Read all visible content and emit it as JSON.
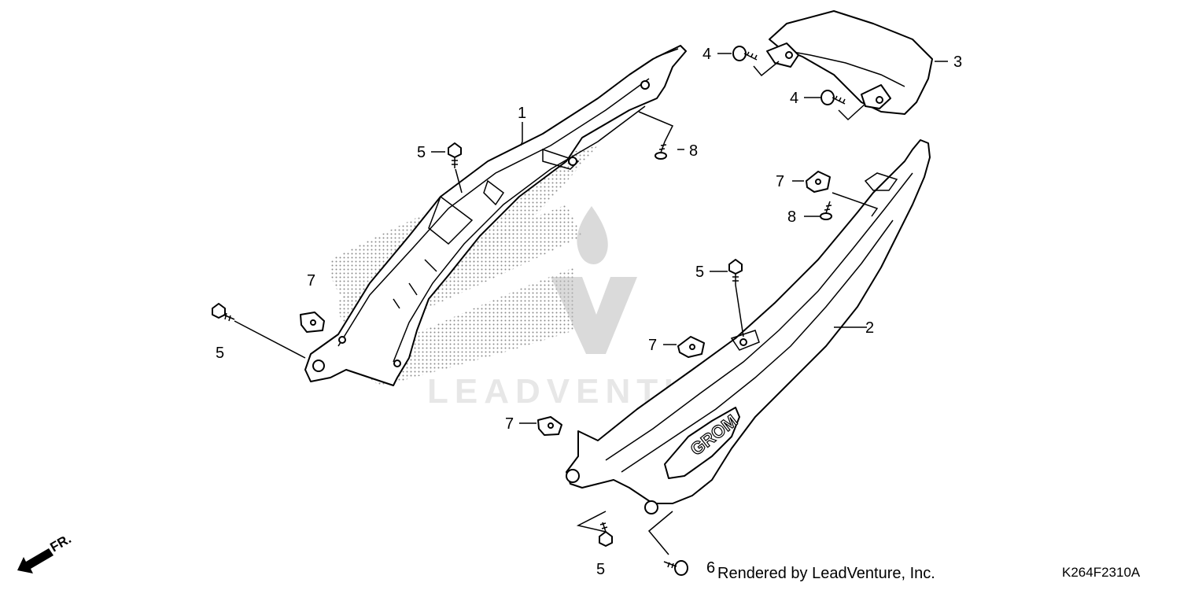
{
  "diagram": {
    "callouts": {
      "p1": "1",
      "p2": "2",
      "p3": "3",
      "p4a": "4",
      "p4b": "4",
      "p5a": "5",
      "p5b": "5",
      "p5c": "5",
      "p5d": "5",
      "p6": "6",
      "p7a": "7",
      "p7b": "7",
      "p7c": "7",
      "p7d": "7",
      "p8a": "8",
      "p8b": "8"
    },
    "front_indicator": "FR.",
    "logo_text": "GROM"
  },
  "watermark": {
    "text": "LEADVENTURE"
  },
  "footer": {
    "credit": "Rendered by LeadVenture, Inc.",
    "diagram_code": "K264F2310A"
  }
}
